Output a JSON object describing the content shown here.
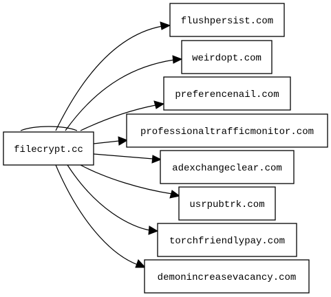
{
  "graph": {
    "source": {
      "label": "filecrypt.cc"
    },
    "targets": [
      {
        "label": "flushpersist.com"
      },
      {
        "label": "weirdopt.com"
      },
      {
        "label": "preferencenail.com"
      },
      {
        "label": "professionaltrafficmonitor.com"
      },
      {
        "label": "adexchangeclear.com"
      },
      {
        "label": "usrpubtrk.com"
      },
      {
        "label": "torchfriendlypay.com"
      },
      {
        "label": "demonincreasevacancy.com"
      }
    ]
  }
}
